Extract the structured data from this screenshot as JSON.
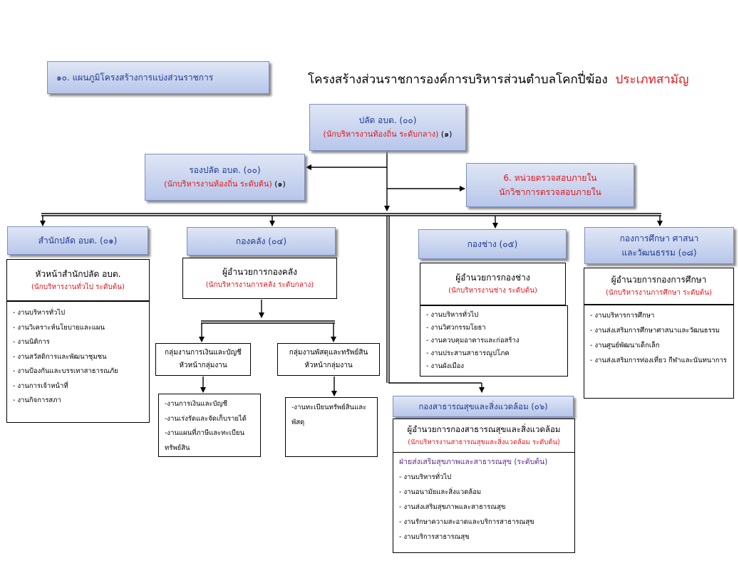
{
  "section_label": "๑๐. แผนภูมิโครงสร้างการแบ่งส่วนราชการ",
  "title": {
    "main": "โครงสร้างส่วนราชการองค์การบริหารส่วนตำบลโคกปี่ฆ้อง",
    "type": "ประเภทสามัญ"
  },
  "colors": {
    "header_text": "#1f3a93",
    "red": "#e3141b",
    "purple": "#5a2a8a",
    "header_bg": "#b7c6ea"
  },
  "palad": {
    "title": "ปลัด  อบต. (๐๐)",
    "level": "(นักบริหารงานท้องถิ่น ระดับกลาง)",
    "count": "(๑)"
  },
  "rong_palad": {
    "title": "รองปลัด  อบต. (๐๐)",
    "level": "(นักบริหารงานท้องถิ่น ระดับต้น)",
    "count": "(๑)"
  },
  "audit": {
    "title": "6. หน่วยตรวจสอบภายใน",
    "position": "นักวิชาการตรวจสอบภายใน"
  },
  "office": {
    "header": "สำนักปลัด อบต. (๐๑)",
    "head": "หัวหน้าสำนักปลัด อบต.",
    "level": "(นักบริหารงานทั่วไป ระดับต้น)",
    "items": [
      "- งานบริหารทั่วไป",
      "- งานวิเคราะห์นโยบายและแผน",
      "- งานนิติการ",
      "- งานสวัสดิการและพัฒนาชุมชน",
      "- งานป้องกันและบรรเทาสาธารณภัย",
      "- งานการเจ้าหน้าที่",
      "- งานกิจการสภา"
    ]
  },
  "finance": {
    "header": "กองคลัง (๐๔)",
    "head": "ผู้อำนวยการกองคลัง",
    "level": "(นักบริหารงานการคลัง ระดับกลาง)",
    "group1": {
      "title": "กลุ่มงานการเงินและบัญชี",
      "head": "หัวหน้ากลุ่มงาน",
      "items": [
        "-งานการเงินและบัญชี",
        "-งานเร่งรัดและจัดเก็บรายได้",
        "-งานแผนที่ภาษีและทะเบียนทรัพย์สิน"
      ]
    },
    "group2": {
      "title": "กลุ่มงานพัสดุและทรัพย์สิน",
      "head": "หัวหน้ากลุ่มงาน",
      "items": [
        "-งานทะเบียนทรัพย์สินและพัสดุ"
      ]
    }
  },
  "engineering": {
    "header": "กองช่าง (๐๕)",
    "head": "ผู้อำนวยการกองช่าง",
    "level": "(นักบริหารงานช่าง ระดับต้น)",
    "items": [
      "- งานบริหารทั่วไป",
      "- งานวิศวกรรมโยธา",
      "- งานควบคุมอาคารและก่อสร้าง",
      "- งานประสานสาธารณูปโภค",
      "- งานผังเมือง"
    ]
  },
  "education": {
    "header1": "กองการศึกษา ศาสนา",
    "header2": "และวัฒนธรรม (๐๘)",
    "head": "ผู้อำนวยการกองการศึกษา",
    "level": "(นักบริหารงานการศึกษา ระดับต้น)",
    "items": [
      "- งานบริหารการศึกษา",
      "- งานส่งเสริมการศึกษาศาสนาและวัฒนธรรม",
      "- งานศูนย์พัฒนาเด็กเล็ก",
      "- งานส่งเสริมการท่องเที่ยว กีฬาและนันทนาการ"
    ]
  },
  "health": {
    "header": "กองสาธารณสุขและสิ่งแวดล้อม (๐๖)",
    "head": "ผู้อำนวยการกองสาธารณสุขและสิ่งแวดล้อม",
    "level": "(นักบริหารงานสาธารณสุขและสิ่งแวดล้อม ระดับต้น)",
    "subunit": "ฝ่ายส่งเสริมสุขภาพและสาธารณสุข (ระดับต้น)",
    "items": [
      "- งานบริหารทั่วไป",
      "- งานอนามัยและสิ่งแวดล้อม",
      "- งานส่งเสริมสุขภาพและสาธารณสุข",
      "- งานรักษาความสะอาดและบริการสาธารณสุข",
      "- งานบริการสาธารณสุข"
    ]
  }
}
